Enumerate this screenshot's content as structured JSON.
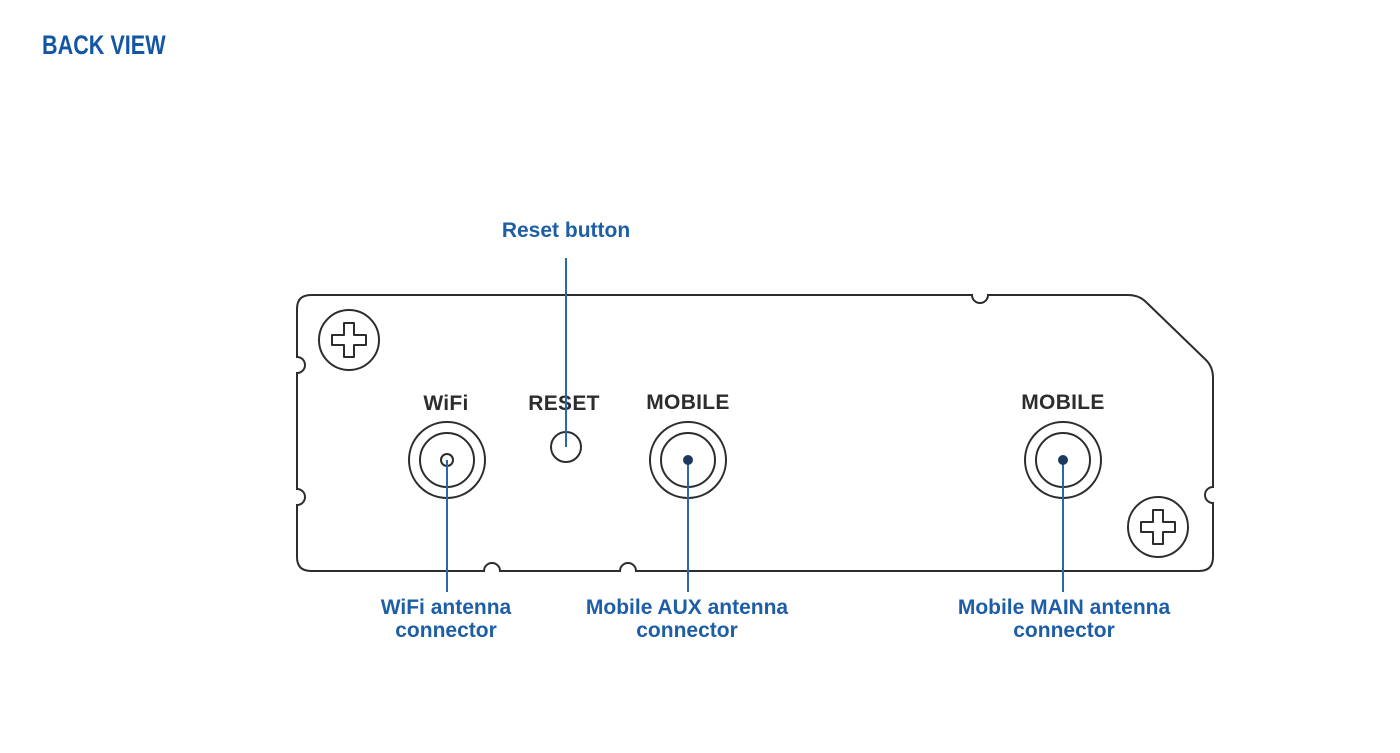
{
  "heading": {
    "text": "BACK VIEW"
  },
  "colors": {
    "heading_blue": "#1356a4",
    "callout_blue": "#1e5ea6",
    "callout_line_blue": "#2c66ac",
    "panel_outline_dark": "#2d2d2d",
    "port_label_dark": "#2d2d2d",
    "connector_dot_navy": "#1c3a5e",
    "background": "#ffffff"
  },
  "device_panel": {
    "port_labels": {
      "wifi": "WiFi",
      "reset": "RESET",
      "mobile_aux": "MOBILE",
      "mobile_main": "MOBILE"
    },
    "icon_names": {
      "screw_top_left": "phillips-screw-icon",
      "screw_bottom_right": "phillips-screw-icon",
      "wifi_connector": "coax-connector-icon",
      "mobile_aux_connector": "coax-connector-icon",
      "mobile_main_connector": "coax-connector-icon",
      "reset_button": "round-button-icon"
    }
  },
  "callouts": {
    "reset_button": {
      "text": "Reset button"
    },
    "wifi_antenna": {
      "line1": "WiFi antenna",
      "line2": "connector"
    },
    "mobile_aux_antenna": {
      "line1": "Mobile AUX antenna",
      "line2": "connector"
    },
    "mobile_main_antenna": {
      "line1": "Mobile MAIN antenna",
      "line2": "connector"
    }
  }
}
